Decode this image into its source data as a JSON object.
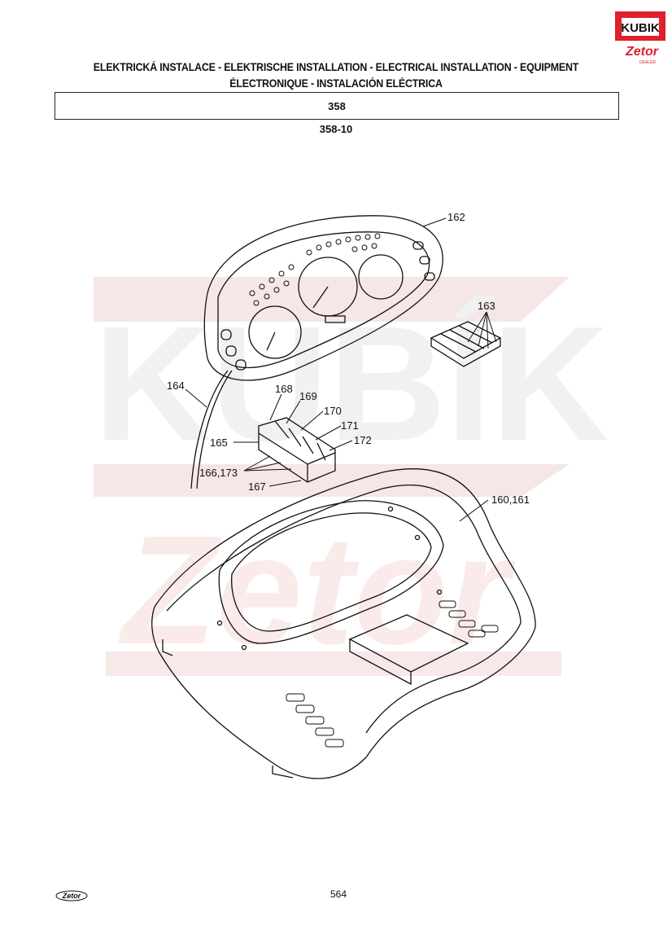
{
  "header": {
    "title_line1": "ELEKTRICKÁ INSTALACE - ELEKTRISCHE INSTALLATION - ELECTRICAL INSTALLATION - EQUIPMENT",
    "title_line2": "ÉLECTRONIQUE - INSTALACIÓN ELÉCTRICA",
    "section": "358",
    "subsection": "358-10"
  },
  "logo": {
    "brand": "KUBIK",
    "sub": "Zetor",
    "tag": "DEALER",
    "color": "#e0202a"
  },
  "watermark": {
    "text1": "KUBÍK",
    "text2": "Zetor",
    "color": "#f6e3e3"
  },
  "diagram": {
    "callouts": {
      "c162": "162",
      "c163": "163",
      "c164": "164",
      "c165": "165",
      "c166_173": "166,173",
      "c167": "167",
      "c168": "168",
      "c169": "169",
      "c170": "170",
      "c171": "171",
      "c172": "172",
      "c160_161": "160,161"
    }
  },
  "footer": {
    "page_number": "564",
    "logo_text": "Zetor"
  }
}
